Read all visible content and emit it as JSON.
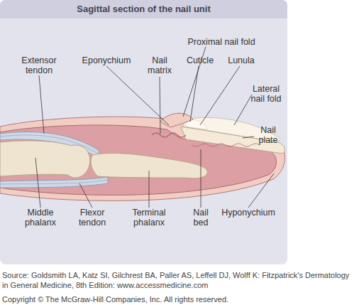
{
  "diagram": {
    "title": "Sagittal section of the nail unit",
    "labels": [
      "Proximal nail fold",
      "Extensor tendon",
      "Eponychium",
      "Nail matrix",
      "Cuticle",
      "Lunula",
      "Lateral nail fold",
      "Nail plate",
      "Middle phalanx",
      "Flexor tendon",
      "Terminal phalanx",
      "Nail bed",
      "Hyponychium",
      "Source: Goldsmith LA, Katz SI, Gilchrest BA, Paller AS, Leffell DJ, Wolff K: Fitzpatrick's Dermatology in General Medicine, 8th Edition: www.accessmedicine.com",
      "Copyright © The McGraw-Hill Companies, Inc. All rights reserved."
    ]
  }
}
